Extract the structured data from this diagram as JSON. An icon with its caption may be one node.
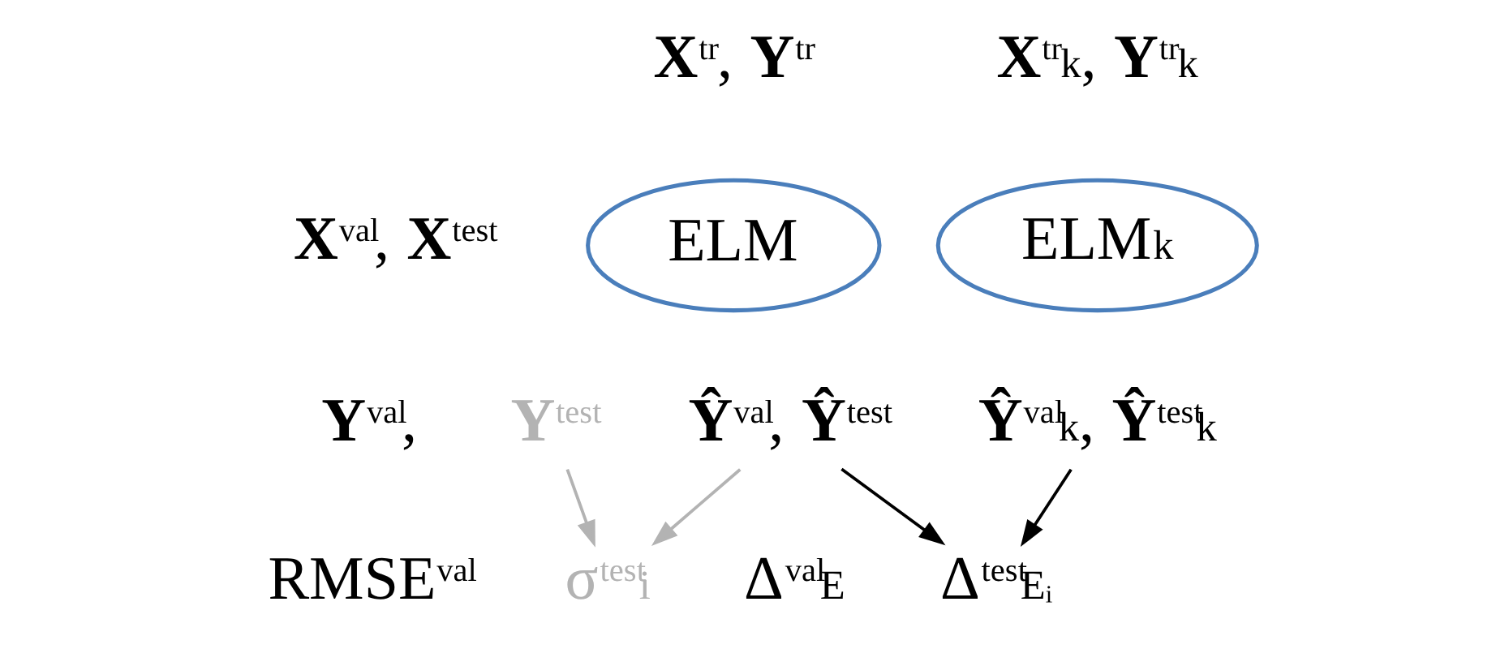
{
  "diagram": {
    "nodes": [
      {
        "text": [
          "ELM"
        ],
        "beside": [
          "**X**$^{tr}$, **Y**$^{tr}$"
        ]
      },
      {
        "text": [
          "ELM$_{k}$"
        ],
        "beside": [
          "**X**$^{tr}$$_{k}$, **Y**$^{tr}$$_{k}$"
        ]
      },
      {
        "text": [
          "**Y**$^{val}$,"
        ]
      },
      {
        "text": [
          "**Y**$^{test}$"
        ]
      },
      {
        "text": [
          "**Ŷ**$^{val}$, **Ŷ**$^{test}$"
        ]
      },
      {
        "text": [
          "**Ŷ**$^{val}$$_{k}$, **Ŷ**$^{test}$$_{k}$"
        ]
      },
      {
        "text": [
          "σ$^{test}$$_{i}$"
        ]
      },
      {
        "text": [
          "Δ$^{test}$$_{Eᵢ}$"
        ]
      }
    ],
    "edges": [
      {
        "from": 3,
        "to": 6,
        "arrow": "to",
        "color": "#b3b3b3"
      },
      {
        "from": 4,
        "to": 6,
        "arrow": "to",
        "color": "#b3b3b3"
      },
      {
        "from": 4,
        "to": 7,
        "arrow": "to",
        "color": "#000000"
      },
      {
        "from": 5,
        "to": 7,
        "arrow": "to",
        "color": "#000000"
      }
    ],
    "labels": [
      "**X**$^{val}$, **X**$^{test}$",
      "RMSE$^{val}$",
      "Δ$^{val}$$_{E}$"
    ]
  }
}
